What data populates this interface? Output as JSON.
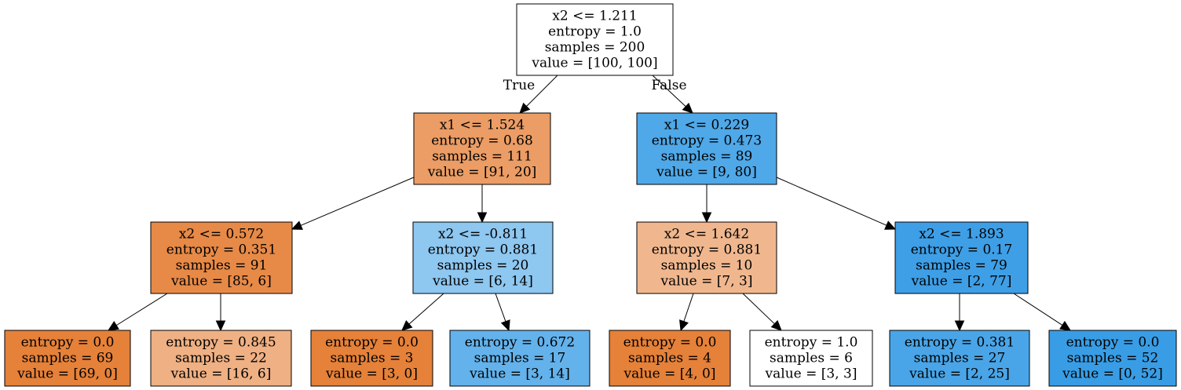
{
  "tree": {
    "edge_labels": {
      "true_label": "True",
      "false_label": "False"
    },
    "nodes": [
      {
        "id": "n0",
        "lines": [
          "x2 <= 1.211",
          "entropy = 1.0",
          "samples = 200",
          "value = [100, 100]"
        ],
        "fill": "#ffffff"
      },
      {
        "id": "n1",
        "lines": [
          "x1 <= 1.524",
          "entropy = 0.68",
          "samples = 111",
          "value = [91, 20]"
        ],
        "fill": "#eb9d65"
      },
      {
        "id": "n2",
        "lines": [
          "x1 <= 0.229",
          "entropy = 0.473",
          "samples = 89",
          "value = [9, 80]"
        ],
        "fill": "#4fa8e8"
      },
      {
        "id": "n3",
        "lines": [
          "x2 <= 0.572",
          "entropy = 0.351",
          "samples = 91",
          "value = [85, 6]"
        ],
        "fill": "#e78a47"
      },
      {
        "id": "n4",
        "lines": [
          "x2 <= -0.811",
          "entropy = 0.881",
          "samples = 20",
          "value = [6, 14]"
        ],
        "fill": "#8ec7f0"
      },
      {
        "id": "n5",
        "lines": [
          "x2 <= 1.642",
          "entropy = 0.881",
          "samples = 10",
          "value = [7, 3]"
        ],
        "fill": "#f0b78e"
      },
      {
        "id": "n6",
        "lines": [
          "x2 <= 1.893",
          "entropy = 0.17",
          "samples = 79",
          "value = [2, 77]"
        ],
        "fill": "#3e9fe6"
      },
      {
        "id": "n7",
        "lines": [
          "entropy = 0.0",
          "samples = 69",
          "value = [69, 0]"
        ],
        "fill": "#e58139"
      },
      {
        "id": "n8",
        "lines": [
          "entropy = 0.845",
          "samples = 22",
          "value = [16, 6]"
        ],
        "fill": "#efb083"
      },
      {
        "id": "n9",
        "lines": [
          "entropy = 0.0",
          "samples = 3",
          "value = [3, 0]"
        ],
        "fill": "#e58139"
      },
      {
        "id": "n10",
        "lines": [
          "entropy = 0.672",
          "samples = 17",
          "value = [3, 14]"
        ],
        "fill": "#63b2eb"
      },
      {
        "id": "n11",
        "lines": [
          "entropy = 0.0",
          "samples = 4",
          "value = [4, 0]"
        ],
        "fill": "#e58139"
      },
      {
        "id": "n12",
        "lines": [
          "entropy = 1.0",
          "samples = 6",
          "value = [3, 3]"
        ],
        "fill": "#ffffff"
      },
      {
        "id": "n13",
        "lines": [
          "entropy = 0.381",
          "samples = 27",
          "value = [2, 25]"
        ],
        "fill": "#49a5e7"
      },
      {
        "id": "n14",
        "lines": [
          "entropy = 0.0",
          "samples = 52",
          "value = [0, 52]"
        ],
        "fill": "#399de5"
      }
    ],
    "edges": [
      {
        "from": "n0",
        "to": "n1"
      },
      {
        "from": "n0",
        "to": "n2"
      },
      {
        "from": "n1",
        "to": "n3"
      },
      {
        "from": "n1",
        "to": "n4"
      },
      {
        "from": "n2",
        "to": "n5"
      },
      {
        "from": "n2",
        "to": "n6"
      },
      {
        "from": "n3",
        "to": "n7"
      },
      {
        "from": "n3",
        "to": "n8"
      },
      {
        "from": "n4",
        "to": "n9"
      },
      {
        "from": "n4",
        "to": "n10"
      },
      {
        "from": "n5",
        "to": "n11"
      },
      {
        "from": "n5",
        "to": "n12"
      },
      {
        "from": "n6",
        "to": "n13"
      },
      {
        "from": "n6",
        "to": "n14"
      }
    ]
  }
}
